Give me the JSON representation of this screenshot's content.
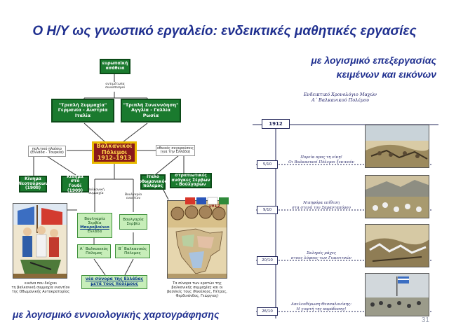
{
  "slide": {
    "title": "Ο Η/Υ ως γνωστικό εργαλείο: ενδεικτικές μαθητικές εργασίες",
    "subtitle_right": [
      "με λογισμικό επεξεργασίας",
      "κειμένων και εικόνων"
    ],
    "subtitle_left": "με λογισμικό εννοιολογικής χαρτογράφησης",
    "page_number": "31"
  },
  "concept_map": {
    "top": "ευρωπαϊκή ασάθεια",
    "link_top": "αντιμέτωπα συνασπισμοί",
    "alliance_left": [
      "\"Τριπλή Συμμαχία\"",
      "Γερμανία - Αυστρία",
      "Ιταλία"
    ],
    "alliance_right": [
      "\"Τριπλή Συνεννόηση\"",
      "Αγγλία - Γαλλία",
      "Ρωσία"
    ],
    "center": [
      "Βαλκανικοί",
      "Πόλεμοι",
      "1912–1913"
    ],
    "left_reason": "πολιτικό πλαίσιο (Ελλάδα - Τουρκία)",
    "right_reason": "εθνικές συγκρούσεις (για την Ελλάδα)",
    "leaf_1": [
      "Κίνημα",
      "Νεοτούρκων",
      "(1908)"
    ],
    "leaf_2": [
      "Κίνημα στο",
      "Γουδί",
      "(1909)"
    ],
    "leaf_3": [
      "Ιταλο",
      "οθωμανικός",
      "πόλεμος"
    ],
    "leaf_4": "στρατιωτικές ανάγκες Σέρβων - Βούλγαρων",
    "link_left": "βαλκανική συμμαχία",
    "link_right": "Βουλγαρία εναντίον",
    "alliance_box": [
      "Βουλγαρία",
      "Σερβία",
      "Μαυροβούνιο",
      "Ελλάδα"
    ],
    "alliance_box_2": [
      "Βουλγαρία",
      "Σερβία"
    ],
    "war_1": [
      "Α΄ Βαλκανικός",
      "Πόλεμος"
    ],
    "war_2": [
      "Β΄ Βαλκανικός",
      "Πόλεμος"
    ],
    "result": [
      "νέα σύνορα της Ελλάδας",
      "μετά τους πολέμους"
    ],
    "poster_caption": [
      "εικόνα που δείχνει",
      "τη βαλκανική συμμαχία εναντίον",
      "της Οθωμανικής Αυτοκρατορίας"
    ],
    "map_caption": [
      "Τα σύνορα των κρατών της",
      "βαλκανικής συμμαχίας και οι",
      "βασιλείς τους (Νικόλαος, Πέτρος,",
      "Φερδινάνδος, Γεώργιος)"
    ],
    "map_year": "1912"
  },
  "timeline": {
    "title": [
      "Ενδεικτικό Χρονολόγιο Μαχών",
      "Α΄ Βαλκανικού Πολέμου"
    ],
    "year": "1912",
    "events": [
      {
        "date": "5/10",
        "text": [
          "Πορεία προς τη νίκη!",
          "Οι Βαλκανικοί Πόλεμοι ξεκινούν"
        ]
      },
      {
        "date": "9/10",
        "text": [
          "Νικηφόρα επίθεση",
          "στα στενά του Σαρανταπόρου"
        ]
      },
      {
        "date": "20/10",
        "text": [
          "Σκληρές μάχες",
          "στους λόφους των Γιαννιτσών"
        ]
      },
      {
        "date": "26/10",
        "text": [
          "Απελευθέρωση Θεσσαλονίκης:",
          "Η γιορτή της παράδοσης!"
        ]
      }
    ]
  },
  "colors": {
    "title": "#1f2f8f",
    "dark_green": "#1a7a2e",
    "maroon": "#8a1a1a",
    "gold": "#e8b900",
    "light_green": "#c7eeb9",
    "timeline_navy": "#23275a"
  }
}
